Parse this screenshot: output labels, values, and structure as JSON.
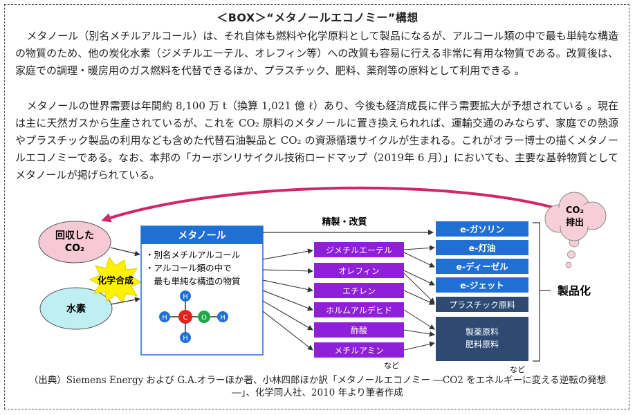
{
  "box": {
    "title": "＜BOX＞“メタノールエコノミー”構想",
    "paragraph1": "メタノール（別名メチルアルコール）は、それ自体も燃料や化学原料として製品になるが、アルコール類の中で最も単純な構造の物質のため、他の炭化水素（ジメチルエーテル、オレフィン等）への改質も容易に行える非常に有用な物質である。改質後は、家庭での調理・暖房用のガス燃料を代替できるほか、プラスチック、肥料、薬剤等の原料として利用できる 。",
    "paragraph2": "メタノールの世界需要は年間約 8,100 万 t（換算 1,021 億 ℓ）あり、今後も経済成長に伴う需要拡大が予想されている 。現在は主に天然ガスから生産されているが、これを CO₂ 原料のメタノールに置き換えられれば、運輸交通のみならず、家庭での熱源やプラスチック製品の利用なども含めた代替石油製品と CO₂ の資源循環サイクルが生まれる。これがオラー博士の描くメタノールエコノミーである。なお、本邦の「カーボンリサイクル技術ロードマップ（2019年 6 月）」においても、主要な基幹物質としてメタノールが掲げられている。"
  },
  "diagram": {
    "recovered_co2": [
      "回収した",
      "CO₂"
    ],
    "hydrogen": "水素",
    "chemical_synthesis": "化学合成",
    "methanol_box": {
      "title": "メタノール",
      "bullets": [
        "・別名メチルアルコール",
        "・アルコール類の中で",
        "　最も単純な構造の物質"
      ]
    },
    "molecule_atoms": {
      "h": "H",
      "c": "C",
      "o": "O"
    },
    "refining_label": "精製・改質",
    "intermediates": [
      "ジメチルエーテル",
      "オレフィン",
      "エチレン",
      "ホルムアルデヒド",
      "酢酸",
      "メチルアミン"
    ],
    "intermediates_etc": "など",
    "products": [
      "e-ガソリン",
      "e-灯油",
      "e-ディーゼル",
      "e-ジェット",
      "プラスチック原料"
    ],
    "products_bottom": [
      "製薬原料",
      "肥料原料"
    ],
    "products_etc": "など",
    "co2_emission": [
      "CO₂",
      "排出"
    ],
    "productization": "製品化",
    "colors": {
      "methanol_blue": "#1f6fd4",
      "intermediate_purple": "#8f1fd8",
      "product_blue": "#1f6fd4",
      "product_navy": "#2e4a73",
      "recovered_pink": "#f7c9d6",
      "hydrogen_cyan": "#bfeef3",
      "burst_yellow": "#fff200",
      "arrow_magenta": "#d0266a",
      "cloud_pink": "#f7cfd8"
    }
  },
  "source": "（出典）Siemens Energy および G.A.オラーほか著、小林四郎ほか訳「メタノールエコノミー ―CO2 をエネルギーに変える逆転の発想―」、化学同人社、2010 年より筆者作成"
}
